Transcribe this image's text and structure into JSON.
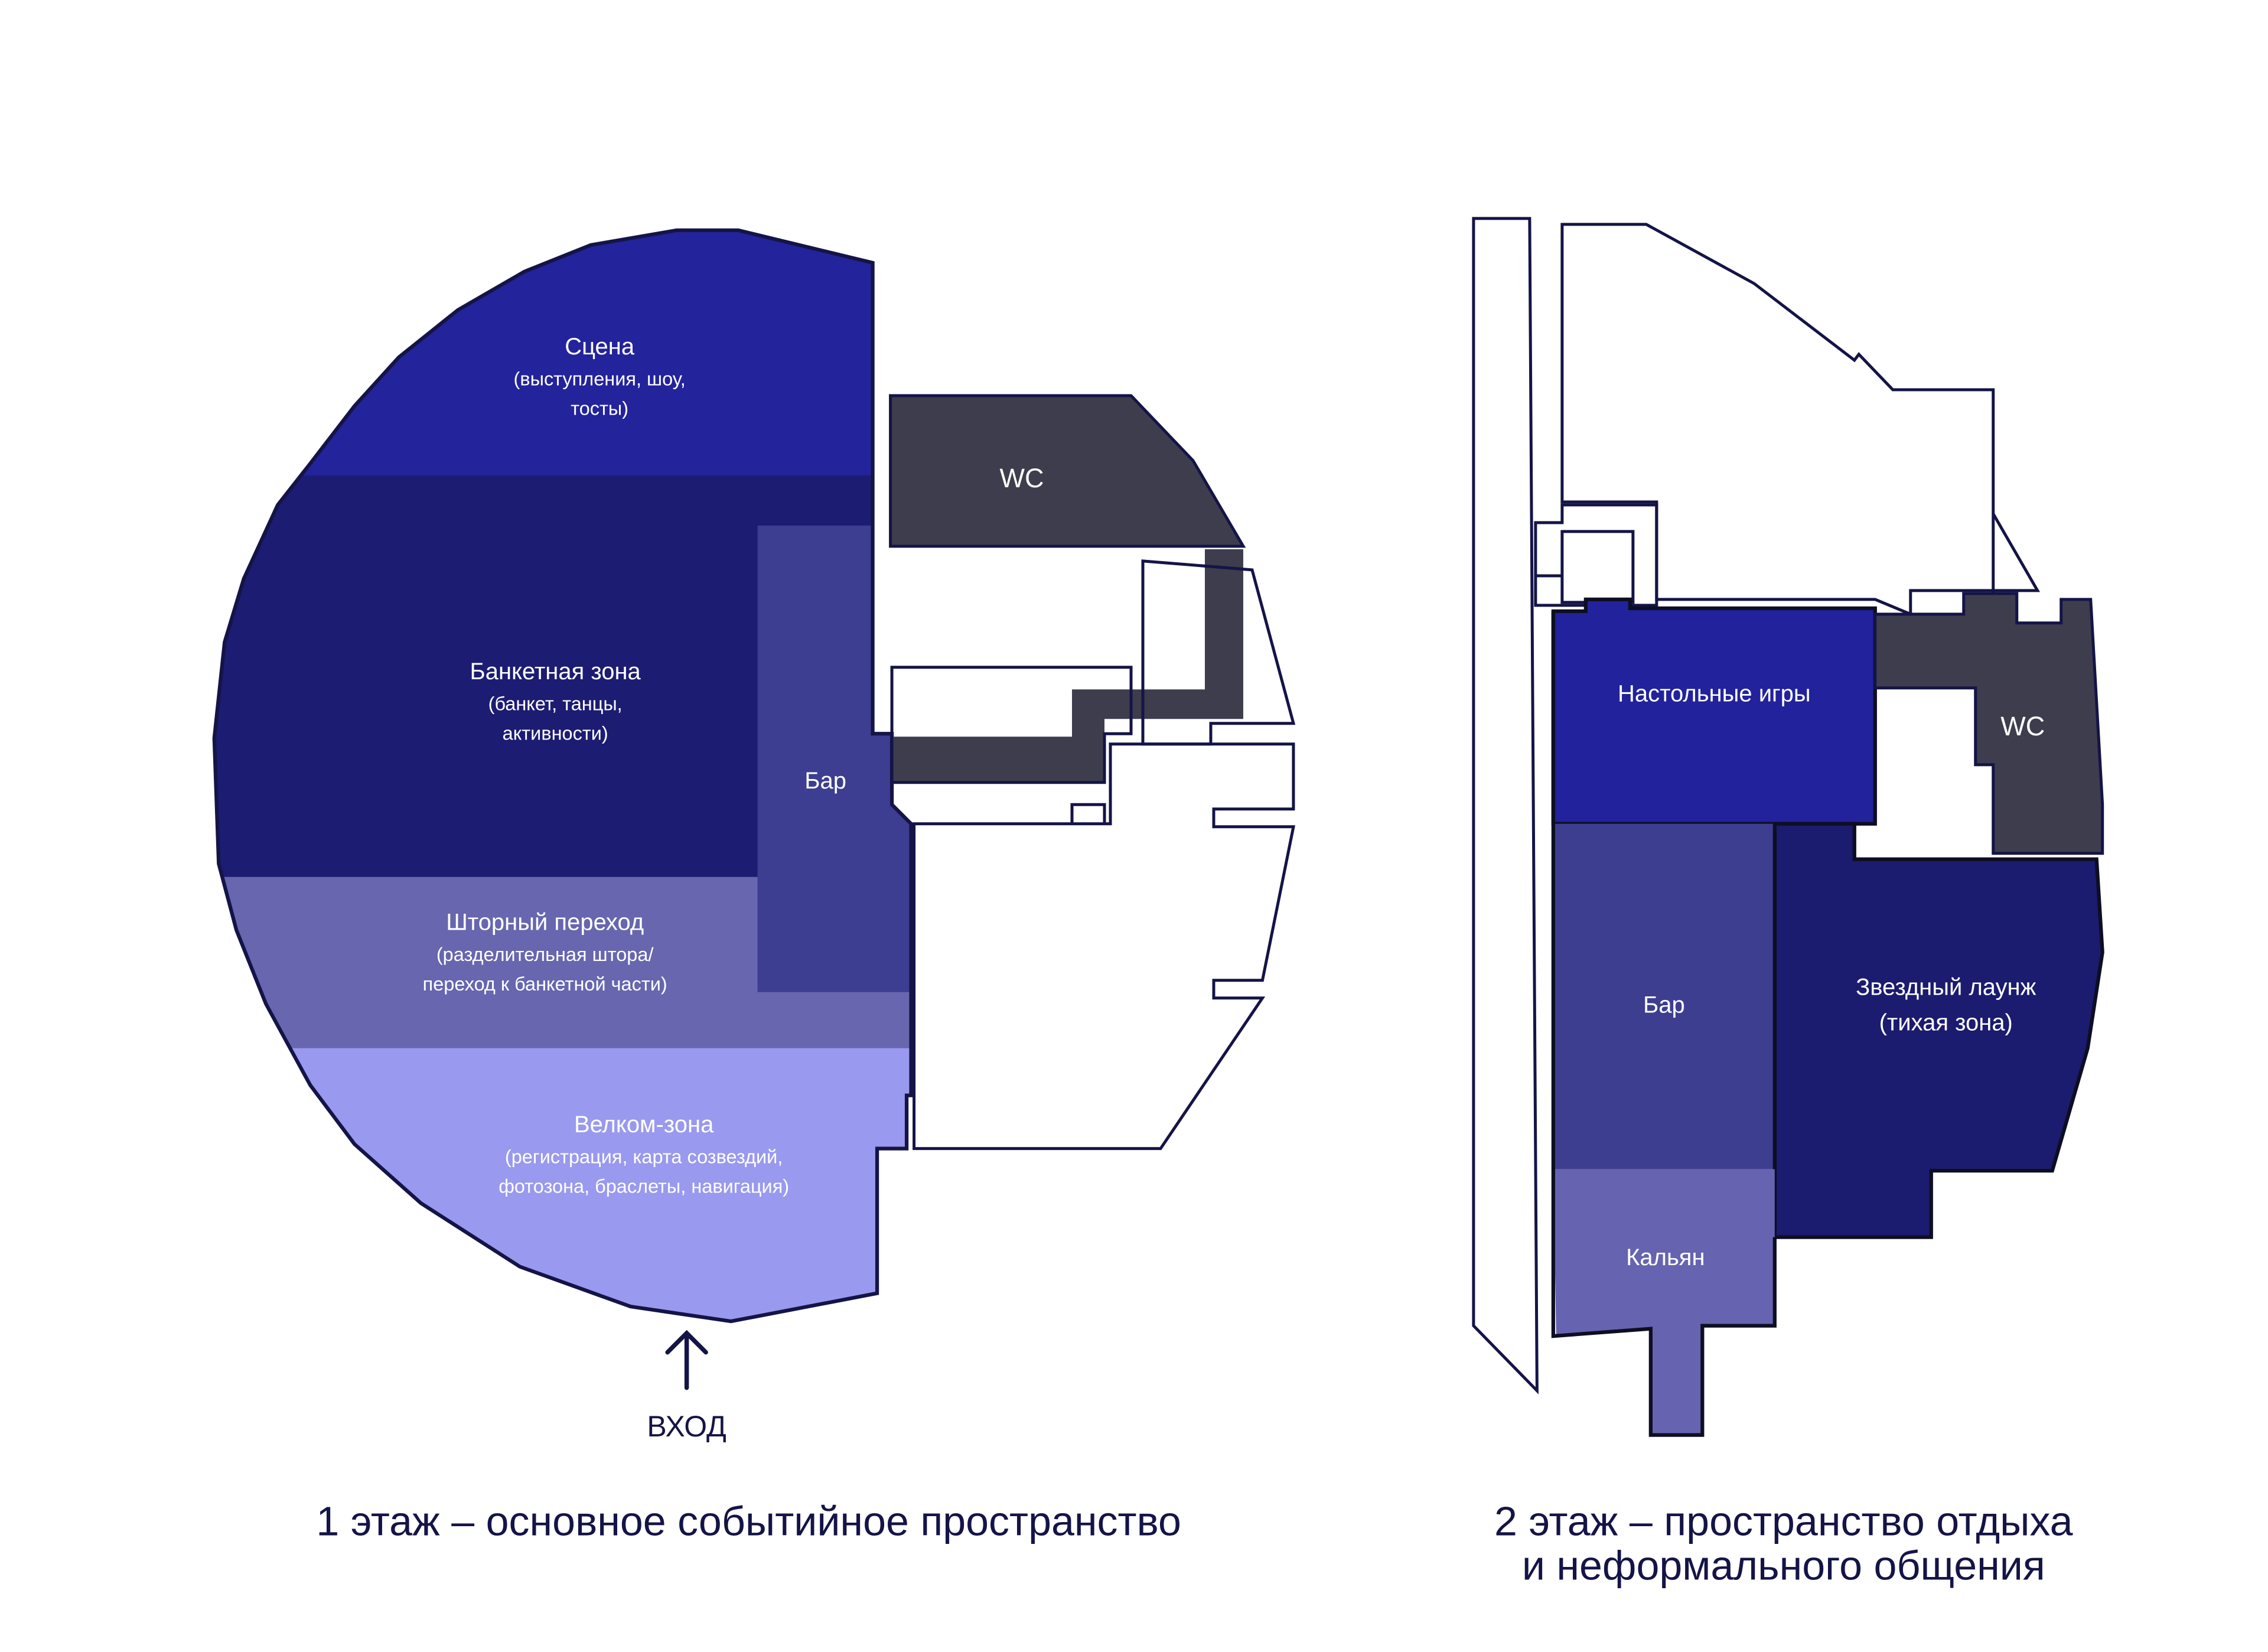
{
  "floor1": {
    "caption": "1 этаж – основное событийное пространство",
    "entrance": "ВХОД",
    "zones": {
      "stage": {
        "title": "Сцена",
        "desc": [
          "(выступления, шоу,",
          "тосты)"
        ]
      },
      "banquet": {
        "title": "Банкетная зона",
        "desc": [
          "(банкет, танцы,",
          "активности)"
        ]
      },
      "bar": {
        "title": "Бар"
      },
      "curtain": {
        "title": "Шторный переход",
        "desc": [
          "(разделительная штора/",
          "переход к банкетной части)"
        ]
      },
      "welcome": {
        "title": "Велком-зона",
        "desc": [
          "(регистрация, карта созвездий,",
          "фотозона, браслеты, навигация)"
        ]
      },
      "wc": {
        "title": "WC"
      }
    }
  },
  "floor2": {
    "caption": [
      "2 этаж – пространство отдыха",
      "и неформального общения"
    ],
    "zones": {
      "games": {
        "title": "Настольные игры"
      },
      "wc": {
        "title": "WC"
      },
      "bar": {
        "title": "Бар"
      },
      "lounge": {
        "title": [
          "Звездный лаунж",
          "(тихая зона)"
        ]
      },
      "hookah": {
        "title": "Кальян"
      }
    }
  },
  "colors": {
    "stage": "#23239b",
    "banquet": "#1c1c73",
    "bar1": "#3d3d91",
    "curtain": "#6766af",
    "welcome": "#9999ef",
    "wc": "#3e3d4d",
    "games": "#22229d",
    "bar2": "#3e3e90",
    "lounge": "#1b1b6f",
    "hookah": "#6663b0",
    "outline": "#141447",
    "text": "#141447"
  }
}
